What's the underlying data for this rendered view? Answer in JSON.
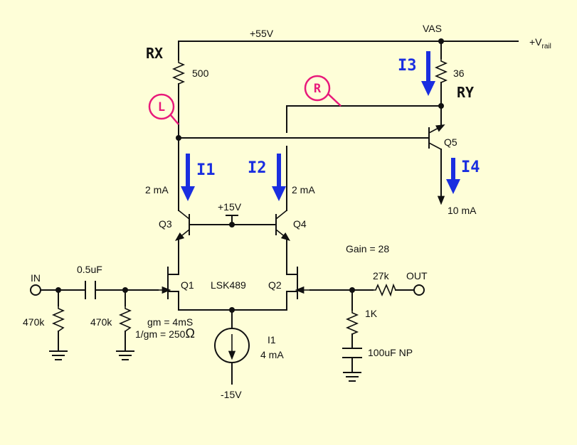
{
  "colors": {
    "background": "#fefed8",
    "wire": "#111111",
    "current_arrow": "#1a2ee0",
    "marker": "#e8197a"
  },
  "labels": {
    "rail_55": "+55V",
    "vas": "VAS",
    "vrail": "+V",
    "vrail_sub": "rail",
    "rx": "RX",
    "ry": "RY",
    "r500": "500",
    "r36": "36",
    "q5": "Q5",
    "q3": "Q3",
    "q4": "Q4",
    "q1": "Q1",
    "q2": "Q2",
    "part": "LSK489",
    "rail_15": "+15V",
    "gain": "Gain = 28",
    "in": "IN",
    "out": "OUT",
    "cap_in": "0.5uF",
    "r470_a": "470k",
    "r470_b": "470k",
    "gm": "gm = 4mS",
    "inv_gm": "1/gm = 250",
    "ohm": "Ω",
    "i1_src": "I1",
    "i1_src_val": "4 mA",
    "neg15": "-15V",
    "r27k": "27k",
    "r1k": "1K",
    "cap_np": "100uF NP",
    "i1_2ma": "2 mA",
    "i2_2ma": "2 mA",
    "i4_10ma": "10 mA"
  },
  "currents": {
    "i1": "I1",
    "i2": "I2",
    "i3": "I3",
    "i4": "I4"
  },
  "markers": {
    "l": "L",
    "r": "R"
  }
}
